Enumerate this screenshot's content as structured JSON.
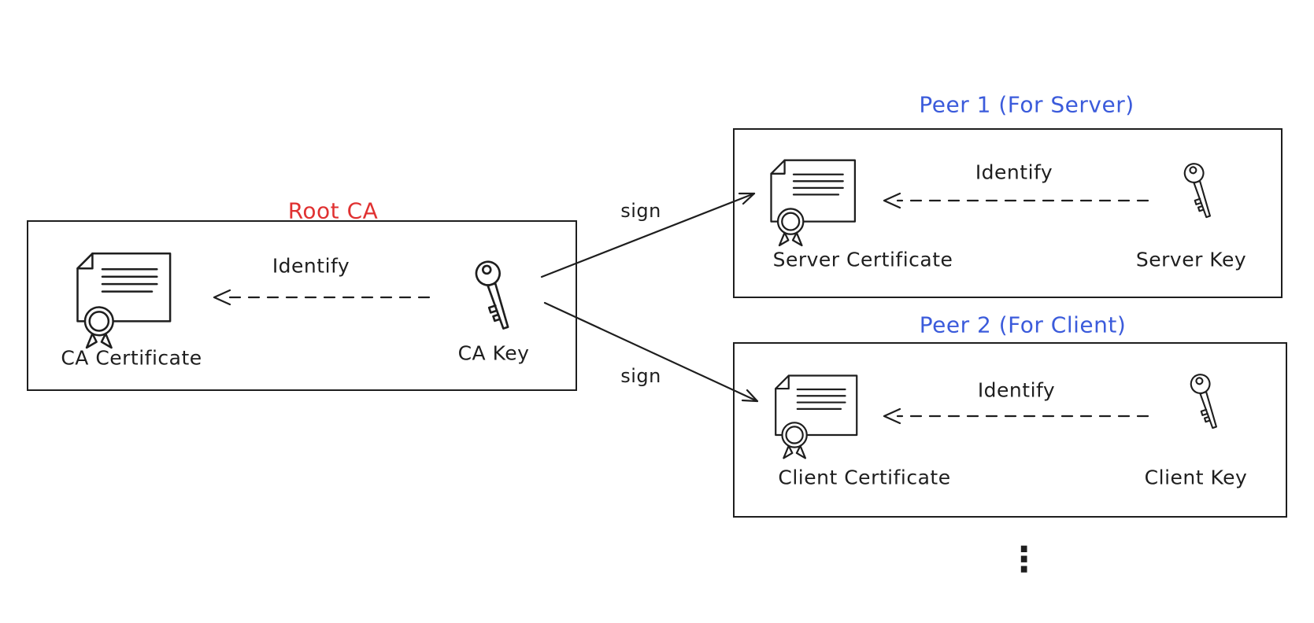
{
  "colors": {
    "stroke": "#1e1e1e",
    "root_title": "#e03131",
    "peer_title": "#3b5bdb",
    "background": "#ffffff"
  },
  "root_ca": {
    "title": "Root CA",
    "certificate_label": "CA Certificate",
    "key_label": "CA Key",
    "identify_label": "Identify"
  },
  "peer1": {
    "title": "Peer 1 (For Server)",
    "certificate_label": "Server Certificate",
    "key_label": "Server Key",
    "identify_label": "Identify"
  },
  "peer2": {
    "title": "Peer 2 (For Client)",
    "certificate_label": "Client Certificate",
    "key_label": "Client Key",
    "identify_label": "Identify"
  },
  "arrows": {
    "sign_top_label": "sign",
    "sign_bottom_label": "sign"
  },
  "more_indicator": "⋮",
  "icons": {
    "certificate": "certificate-icon",
    "key": "key-icon"
  }
}
